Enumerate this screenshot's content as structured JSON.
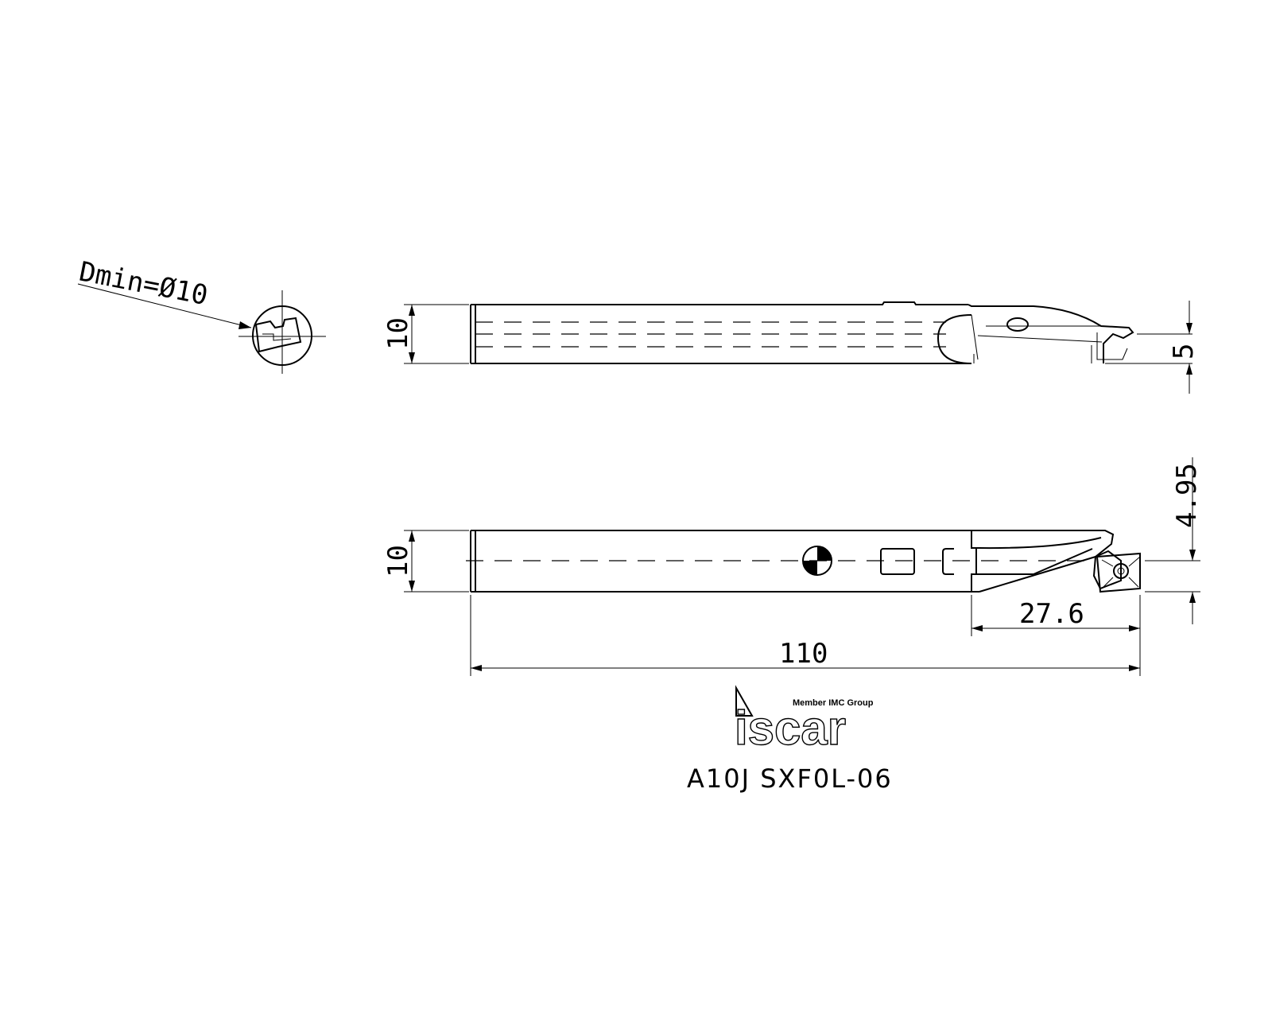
{
  "drawing": {
    "dmin_label": "Dmin=Ø10",
    "top_view": {
      "shank_diameter": "10",
      "center_height": "5"
    },
    "side_view": {
      "shank_diameter": "10",
      "tip_offset": "4.95",
      "head_length": "27.6",
      "overall_length": "110"
    },
    "logo": {
      "brand": "iscar",
      "tagline": "Member IMC Group"
    },
    "product_code": "A10J SXF0L-06"
  }
}
